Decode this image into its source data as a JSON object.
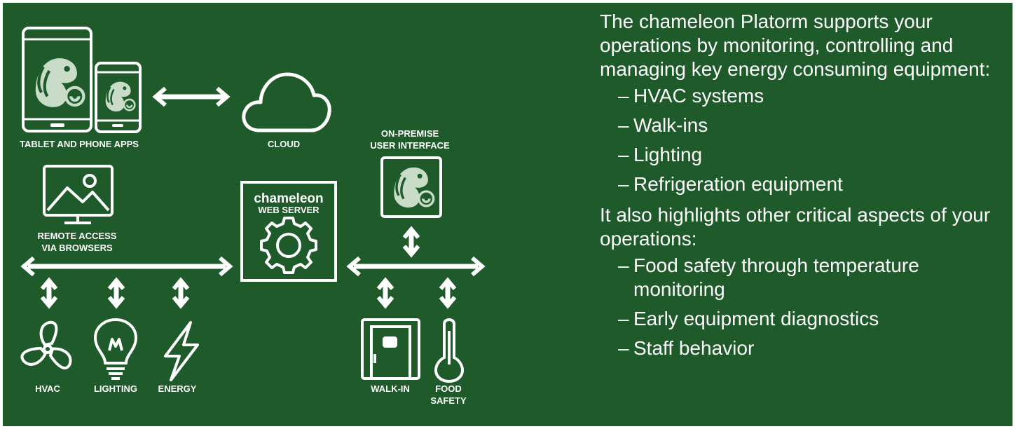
{
  "colors": {
    "background": "#1e5a2a",
    "foreground": "#ffffff",
    "chameleon_fill": "#c9dcc7"
  },
  "diagram": {
    "tablet_label": "TABLET AND PHONE APPS",
    "cloud_label": "CLOUD",
    "remote_label_line1": "REMOTE ACCESS",
    "remote_label_line2": "VIA BROWSERS",
    "server_brand": "chameleon",
    "server_label": "WEB SERVER",
    "onprem_label_line1": "ON-PREMISE",
    "onprem_label_line2": "USER INTERFACE",
    "hvac_label": "HVAC",
    "lighting_label": "LIGHTING",
    "energy_label": "ENERGY",
    "walkin_label": "WALK-IN",
    "food_label_line1": "FOOD",
    "food_label_line2": "SAFETY"
  },
  "description": {
    "intro": "The chameleon Platorm  supports your operations by monitoring, controlling and managing key energy consuming equipment:",
    "equipment": [
      "HVAC systems",
      "Walk-ins",
      "Lighting",
      "Refrigeration equipment"
    ],
    "also": "It also  highlights other critical aspects of your operations:",
    "aspects": [
      "Food safety through temperature monitoring",
      "Early equipment diagnostics",
      "Staff behavior"
    ]
  }
}
